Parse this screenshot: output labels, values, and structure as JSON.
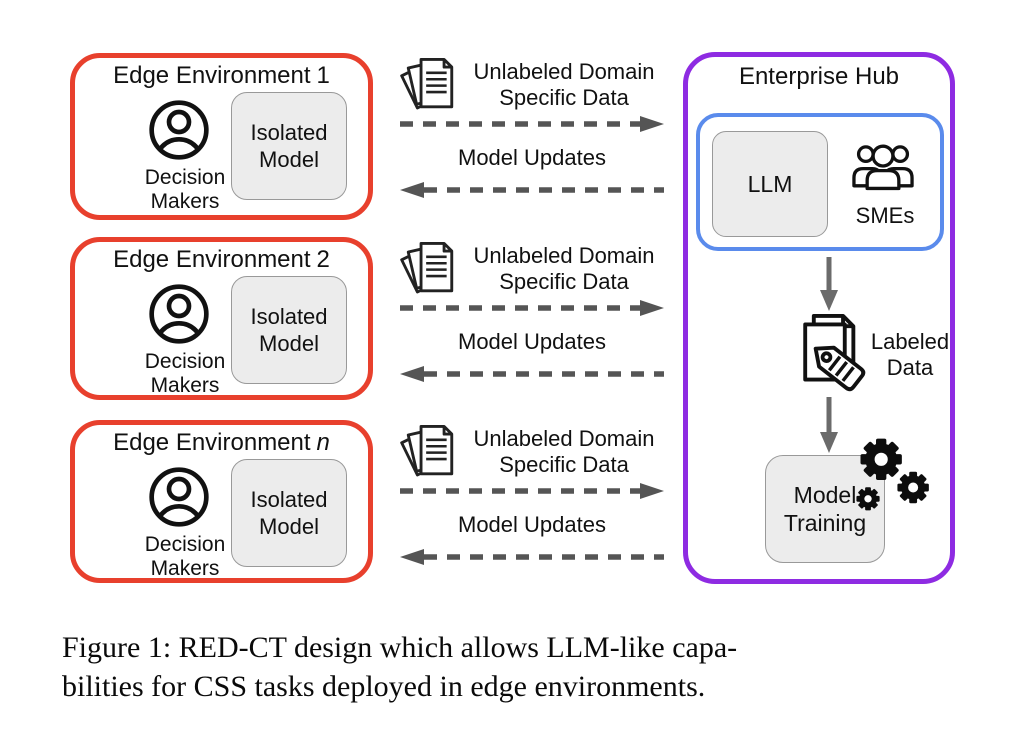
{
  "palette": {
    "red": "#e8402d",
    "purple": "#8e2be2",
    "blue": "#5a8bec",
    "box_fill": "#ececec",
    "box_border": "#999999",
    "arrow": "#555555",
    "solid_arrow": "#6b6b6b",
    "ink": "#111111"
  },
  "edge_environments": [
    {
      "title_prefix": "Edge Environment",
      "index": "1",
      "person_line1": "Decision",
      "person_line2": "Makers",
      "model_line1": "Isolated",
      "model_line2": "Model"
    },
    {
      "title_prefix": "Edge Environment",
      "index": "2",
      "person_line1": "Decision",
      "person_line2": "Makers",
      "model_line1": "Isolated",
      "model_line2": "Model"
    },
    {
      "title_prefix": "Edge Environment",
      "index": "n",
      "person_line1": "Decision",
      "person_line2": "Makers",
      "model_line1": "Isolated",
      "model_line2": "Model"
    }
  ],
  "links": {
    "to_hub_line1": "Unlabeled Domain",
    "to_hub_line2": "Specific Data",
    "to_edge_label": "Model Updates"
  },
  "hub": {
    "title": "Enterprise Hub",
    "llm_label": "LLM",
    "smes_label": "SMEs",
    "labeled_line1": "Labeled",
    "labeled_line2": "Data",
    "training_line1": "Model",
    "training_line2": "Training"
  },
  "caption": {
    "line1": "Figure 1: RED-CT design which allows LLM-like capa-",
    "line2": "bilities for CSS tasks deployed in edge environments."
  }
}
